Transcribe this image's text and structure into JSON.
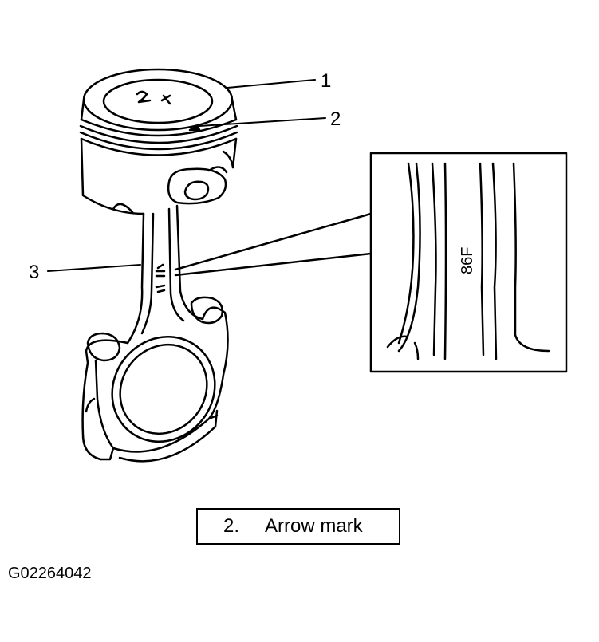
{
  "callouts": [
    {
      "number": "1"
    },
    {
      "number": "2"
    },
    {
      "number": "3"
    }
  ],
  "detail": {
    "stamp_text": "86F"
  },
  "legend": {
    "number": "2.",
    "label": "Arrow mark"
  },
  "figure_id": "G02264042"
}
